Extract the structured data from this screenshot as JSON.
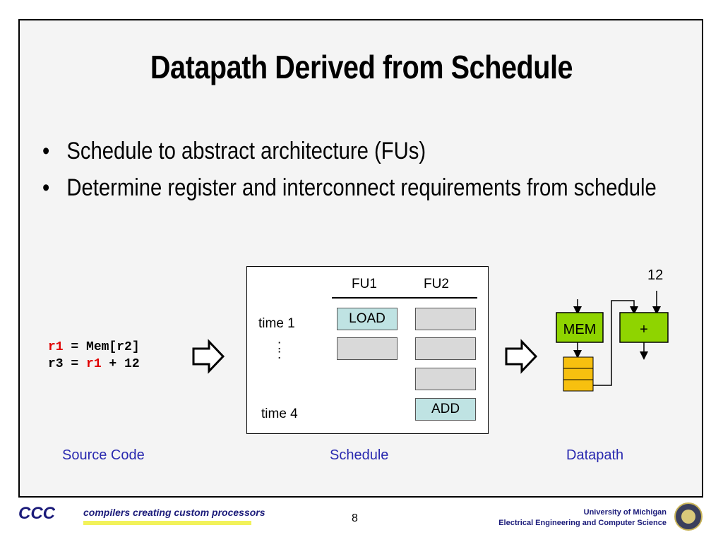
{
  "slide": {
    "title": "Datapath Derived from Schedule",
    "bullets": [
      "Schedule to abstract architecture (FUs)",
      "Determine register and interconnect requirements from schedule"
    ],
    "bullet_symbol": "•",
    "page_number": "8"
  },
  "source_code": {
    "line1": {
      "reg": "r1",
      "rest": " = Mem[r2]"
    },
    "line2": {
      "pre": "r3 = ",
      "reg": "r1",
      "post": " + 12"
    },
    "caption": "Source Code"
  },
  "schedule": {
    "headers": [
      "FU1",
      "FU2"
    ],
    "time_labels": [
      "time 1",
      "time 4"
    ],
    "ellipsis": ":",
    "slot_labels": {
      "load": "LOAD",
      "add": "ADD"
    },
    "caption": "Schedule"
  },
  "datapath": {
    "mem_label": "MEM",
    "adder_label": "+",
    "constant": "12",
    "caption": "Datapath",
    "colors": {
      "unit_fill": "#8fd400",
      "register_fill": "#f7c00f"
    }
  },
  "footer": {
    "logo_text": "CCC",
    "tagline": "compilers creating custom processors",
    "university": "University of Michigan",
    "department": "Electrical Engineering and Computer Science"
  },
  "colors": {
    "caption": "#2a2ab0",
    "highlight": "#e00000",
    "schedule_fill": "#bfe3e3",
    "empty_slot": "#d9d9d9"
  }
}
